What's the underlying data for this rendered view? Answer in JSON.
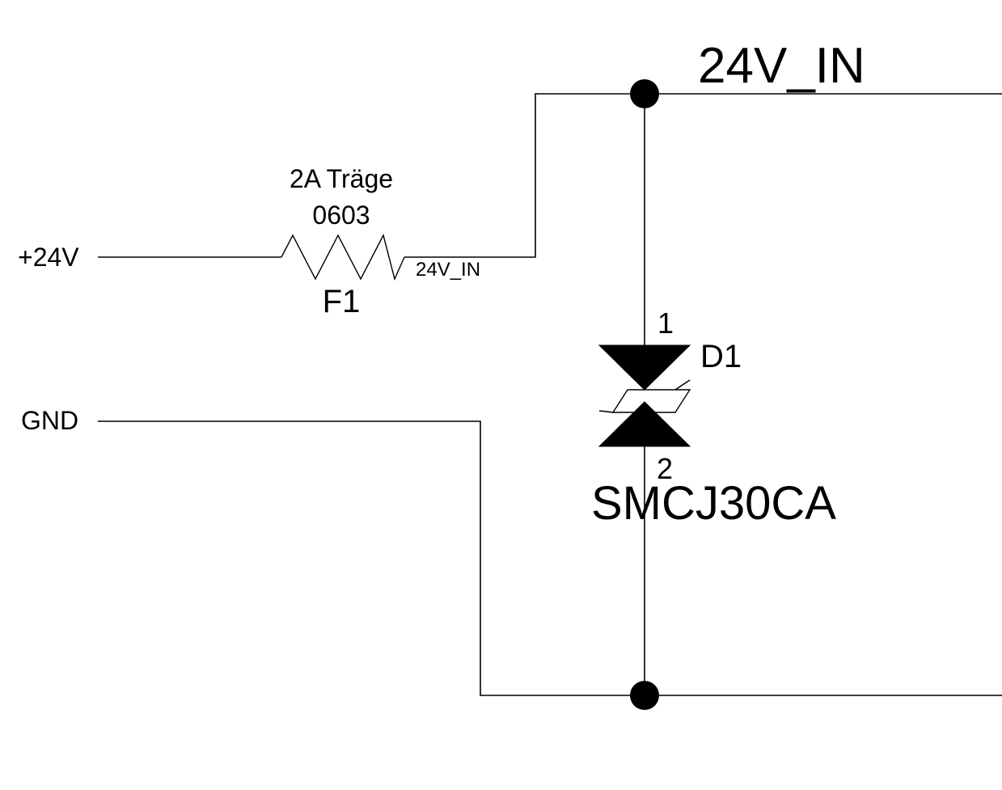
{
  "ports": {
    "supply": "+24V",
    "ground": "GND"
  },
  "nets": {
    "main_label": "24V_IN",
    "fuse_output_label": "24V_IN"
  },
  "fuse": {
    "designator": "F1",
    "rating": "2A Träge",
    "package": "0603"
  },
  "tvs_diode": {
    "designator": "D1",
    "part_number": "SMCJ30CA",
    "pin_top": "1",
    "pin_bottom": "2"
  },
  "colors": {
    "line": "#000000",
    "background": "#ffffff"
  }
}
